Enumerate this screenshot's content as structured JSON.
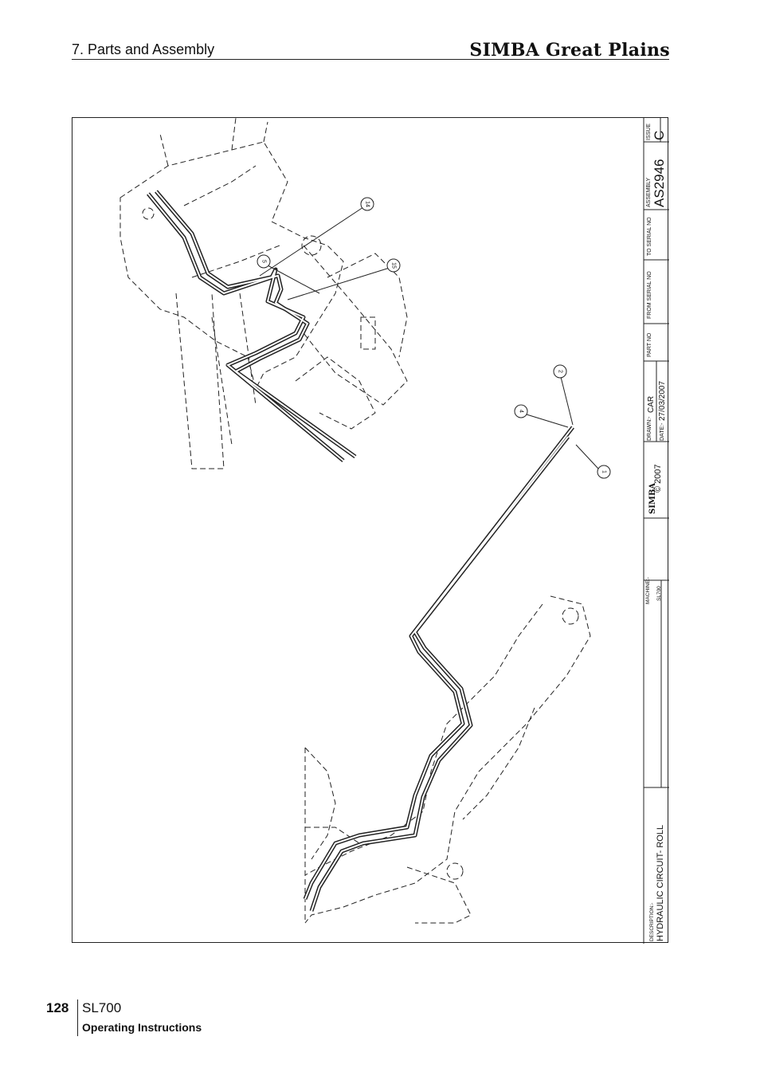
{
  "header": {
    "section_title": "7. Parts and Assembly",
    "brand": "SIMBA Great Plains"
  },
  "title_block": {
    "description_label": "DESCRIPTION:-",
    "description": "HYDRAULIC CIRCUIT- ROLL",
    "machine_label": "MACHINE:-",
    "machine": "SL700",
    "logo_text": "SIMBA",
    "copyright": "© 2007",
    "drawn_label": "DRAWN:-",
    "drawn_by": "CAR",
    "date_label": "DATE:-",
    "date": "27/03/2007",
    "part_no_label": "PART NO",
    "from_serial_label": "FROM SERIAL NO",
    "to_serial_label": "TO SERIAL NO",
    "assembly_label": "ASSEMBLY",
    "assembly": "AS2946",
    "issue_label": "ISSUE",
    "issue": "C"
  },
  "callouts": [
    {
      "id": "callout-14",
      "label": "14"
    },
    {
      "id": "callout-15",
      "label": "15"
    },
    {
      "id": "callout-2",
      "label": "2"
    },
    {
      "id": "callout-4",
      "label": "4"
    },
    {
      "id": "callout-1",
      "label": "1"
    },
    {
      "id": "callout-5",
      "label": "5"
    }
  ],
  "footer": {
    "page_number": "128",
    "model": "SL700",
    "manual_type": "Operating Instructions"
  }
}
